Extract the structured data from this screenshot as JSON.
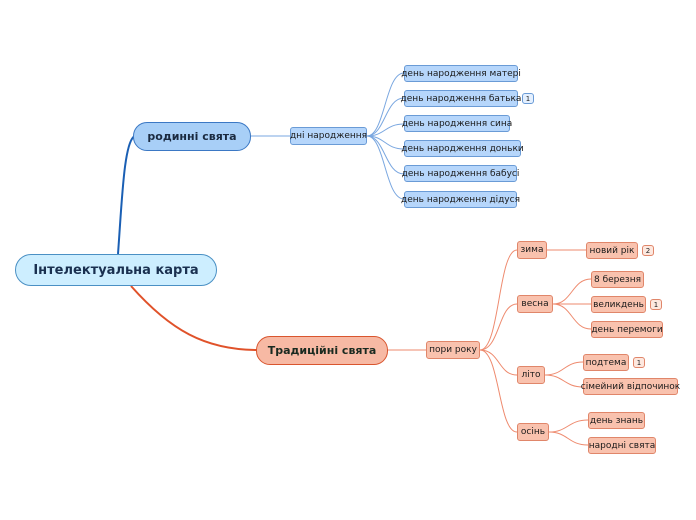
{
  "map": {
    "root": "Інтелектуальна карта",
    "family": {
      "title": "родинні  свята",
      "birthdays": "дні народження",
      "items": [
        "день народження матері",
        "день народження батька",
        "день народження сина",
        "день народження доньки",
        "день народження бабусі",
        "день народження дідуся"
      ],
      "father_badge": "1"
    },
    "traditional": {
      "title": "Традиційні свята",
      "seasons": "пори року",
      "winter": "зима",
      "new_year": "новий рік",
      "new_year_badge": "2",
      "spring": "весна",
      "march8": "8 березня",
      "easter": "великдень",
      "easter_badge": "1",
      "victory": "день перемоги",
      "summer": "літо",
      "summer_item": "подтема",
      "summer_item_badge": "1",
      "family_rest": "сімейний відпочинок",
      "autumn": "осінь",
      "knowledge": "день знань",
      "folk": "народні свята"
    }
  },
  "colors": {
    "blue_branch": "#1a5fb4",
    "red_branch": "#e0522a",
    "blue_link": "#7aa7e0",
    "red_link": "#ee8a6e"
  }
}
